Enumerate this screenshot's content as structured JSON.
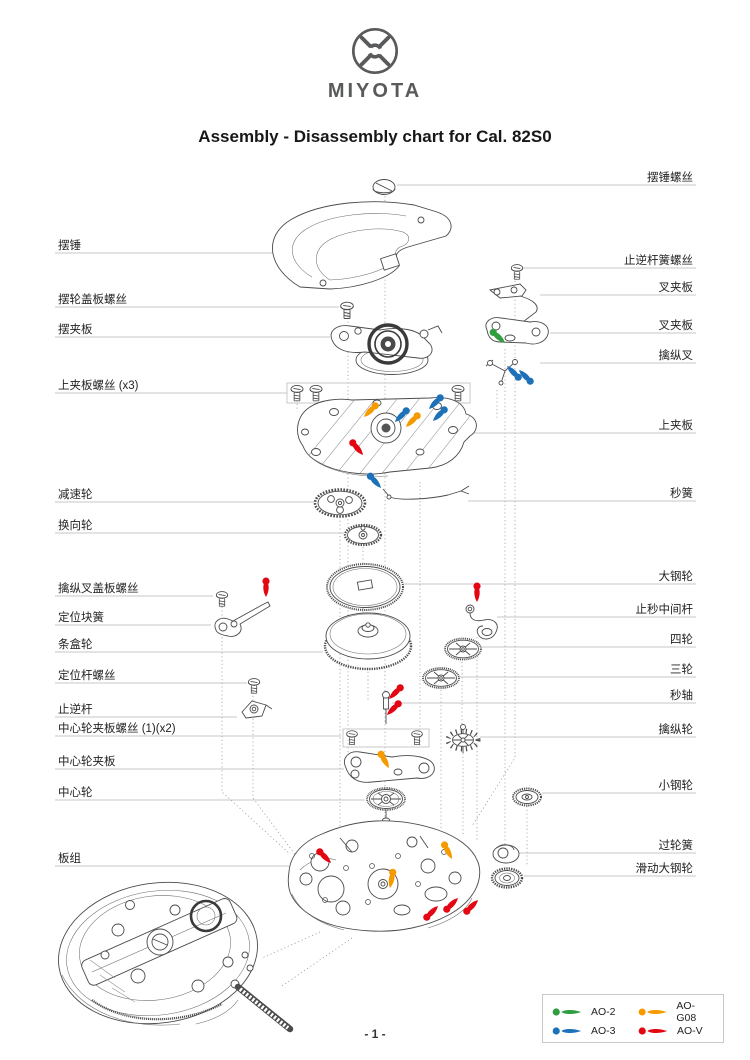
{
  "header": {
    "brand": "MIYOTA",
    "title": "Assembly - Disassembly chart for Cal. 82S0"
  },
  "diagram": {
    "left_labels": [
      {
        "text": "摆锤"
      },
      {
        "text": "摆轮盖板螺丝"
      },
      {
        "text": "摆夹板"
      },
      {
        "text": "上夹板螺丝 (x3)"
      },
      {
        "text": "减速轮"
      },
      {
        "text": "换向轮"
      },
      {
        "text": "擒纵叉盖板螺丝"
      },
      {
        "text": "定位块簧"
      },
      {
        "text": "条盒轮"
      },
      {
        "text": "定位杆螺丝"
      },
      {
        "text": "止逆杆"
      },
      {
        "text": "中心轮夹板螺丝 (1)(x2)"
      },
      {
        "text": "中心轮夹板"
      },
      {
        "text": "中心轮"
      },
      {
        "text": "板组"
      }
    ],
    "right_labels": [
      {
        "text": "摆锤螺丝"
      },
      {
        "text": "止逆杆簧螺丝"
      },
      {
        "text": "叉夹板"
      },
      {
        "text": "叉夹板"
      },
      {
        "text": "擒纵叉"
      },
      {
        "text": "上夹板"
      },
      {
        "text": "秒簧"
      },
      {
        "text": "大钢轮"
      },
      {
        "text": "止秒中间杆"
      },
      {
        "text": "四轮"
      },
      {
        "text": "三轮"
      },
      {
        "text": "秒轴"
      },
      {
        "text": "擒纵轮"
      },
      {
        "text": "小钢轮"
      },
      {
        "text": "过轮簧"
      },
      {
        "text": "滑动大钢轮"
      }
    ]
  },
  "legend": {
    "items": [
      {
        "label": "AO-2",
        "color": "#2F9E41"
      },
      {
        "label": "AO-G08",
        "color": "#F59B00"
      },
      {
        "label": "AO-3",
        "color": "#1D71B8"
      },
      {
        "label": "AO-V",
        "color": "#E30613"
      }
    ]
  },
  "footer": {
    "page_number": "- 1 -"
  }
}
